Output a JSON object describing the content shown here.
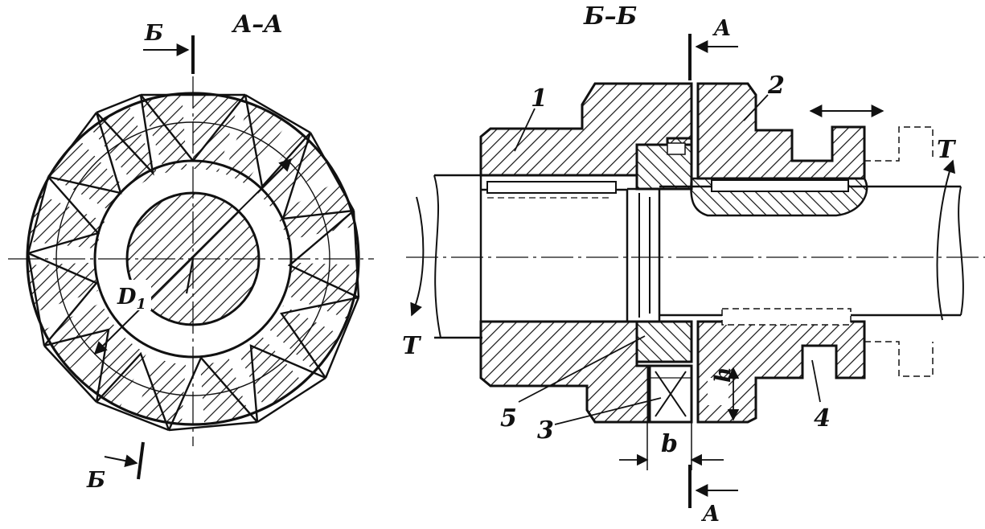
{
  "labels": {
    "section_aa": "A–A",
    "section_bb": "Б–Б",
    "cut_b_top": "Б",
    "cut_b_bottom": "Б",
    "cut_a_top": "A",
    "cut_a_bottom": "A",
    "diameter": "D",
    "diameter_sub": "1",
    "torque_left": "T",
    "torque_right": "T",
    "width": "b",
    "height": "h",
    "part_1": "1",
    "part_2": "2",
    "part_3": "3",
    "part_4": "4",
    "part_5": "5"
  },
  "colors": {
    "ink": "#111111",
    "paper": "#ffffff"
  }
}
